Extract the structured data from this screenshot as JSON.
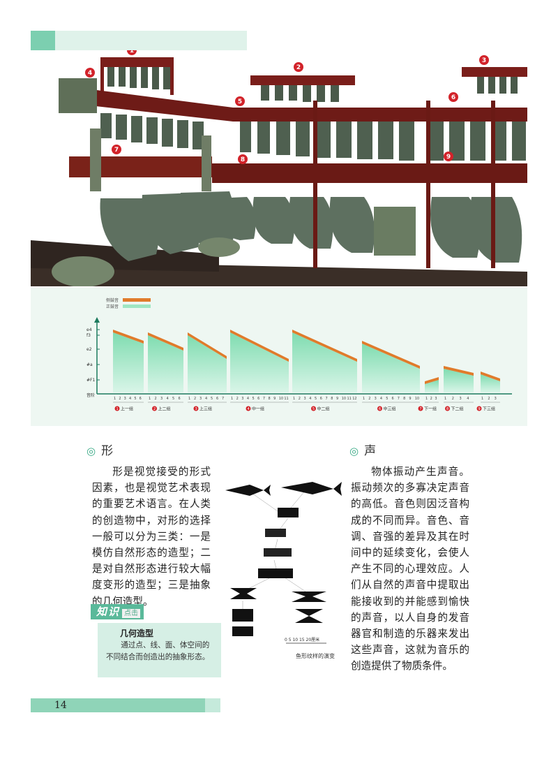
{
  "photo": {
    "markers": [
      "1",
      "2",
      "3",
      "4",
      "5",
      "6",
      "7",
      "8",
      "9"
    ]
  },
  "chart_data": {
    "type": "area",
    "legend": [
      {
        "name": "侧鼓音",
        "color": "#e07b2b"
      },
      {
        "name": "正鼓音",
        "color": "#9fe6c2"
      }
    ],
    "y_ticks": [
      "e4",
      "f3",
      "e2",
      "#a",
      "#F1"
    ],
    "x_axis_label": "音阶",
    "groups": [
      {
        "label": "上一组",
        "marker": "1",
        "n": 6
      },
      {
        "label": "上二组",
        "marker": "2",
        "n": 6
      },
      {
        "label": "上三组",
        "marker": "3",
        "n": 7
      },
      {
        "label": "中一组",
        "marker": "4",
        "n": 11
      },
      {
        "label": "中二组",
        "marker": "5",
        "n": 12
      },
      {
        "label": "中三组",
        "marker": "6",
        "n": 10
      },
      {
        "label": "下一组",
        "marker": "7",
        "n": 3
      },
      {
        "label": "下二组",
        "marker": "8",
        "n": 4
      },
      {
        "label": "下三组",
        "marker": "9",
        "n": 3
      }
    ]
  },
  "section_shape": {
    "heading": "形",
    "paragraph": "形是视觉接受的形式因素，也是视觉艺术表现的重要艺术语言。在人类的创造物中，对形的选择一般可以分为三类：一是模仿自然形态的造型；二是对自然形态进行较大幅度变形的造型；三是抽象的几何造型。"
  },
  "section_sound": {
    "heading": "声",
    "paragraph": "物体振动产生声音。振动频次的多寡决定声音的高低。音色则因泛音构成的不同而异。音色、音调、音强的差异及其在时间中的延续变化，会使人产生不同的心理效应。人们从自然的声音中提取出能接收到的并能感到愉快的声音，以人自身的发音器官和制造的乐器来发出这些声音，这就为音乐的创造提供了物质条件。"
  },
  "knowledge": {
    "banner_big": "知识",
    "banner_small": "点击",
    "title": "几何造型",
    "text": "通过点、线、面、体空间的不同结合而创造出的抽象形态。"
  },
  "fish_figure": {
    "scale": "0  5  10  15  20厘米",
    "caption": "鱼形纹样的演变"
  },
  "page_number": "14",
  "colors": {
    "accent_green": "#5ab99a",
    "orange": "#e07b2b"
  }
}
